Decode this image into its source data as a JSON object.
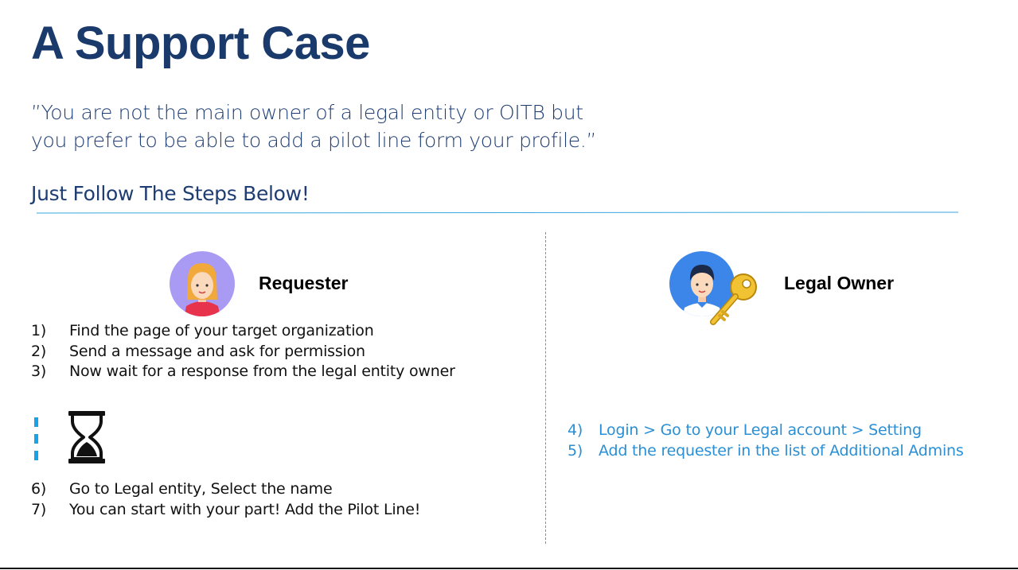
{
  "title": "A Support Case",
  "quote": {
    "line1": "”You are not the main owner of a legal entity or OITB but",
    "line2": "you prefer to be able to add a pilot line form your profile.”"
  },
  "subhead": "Just Follow The Steps Below!",
  "requester": {
    "label": "Requester",
    "avatar_icon": "woman-avatar-icon",
    "steps": [
      {
        "num": "1)",
        "text": "Find the page of your target organization"
      },
      {
        "num": "2)",
        "text": "Send a message and ask for permission"
      },
      {
        "num": "3)",
        "text": "Now wait for a response from the legal entity owner"
      }
    ],
    "wait_icon": "hourglass-icon",
    "steps_after": [
      {
        "num": "6)",
        "text": "Go to Legal entity, Select the name"
      },
      {
        "num": "7)",
        "text": "You can start with your part! Add the Pilot Line!"
      }
    ]
  },
  "legal_owner": {
    "label": "Legal Owner",
    "avatar_icon": "man-avatar-with-key-icon",
    "steps": [
      {
        "num": "4)",
        "text": "Login > Go to your Legal account > Setting"
      },
      {
        "num": "5)",
        "text": "Add the requester in the list of Additional Admins"
      }
    ]
  },
  "colors": {
    "title": "#1a3a6c",
    "body_blue": "#1e3d73",
    "accent": "#3aa6e0",
    "owner_steps": "#2a8fd4"
  }
}
